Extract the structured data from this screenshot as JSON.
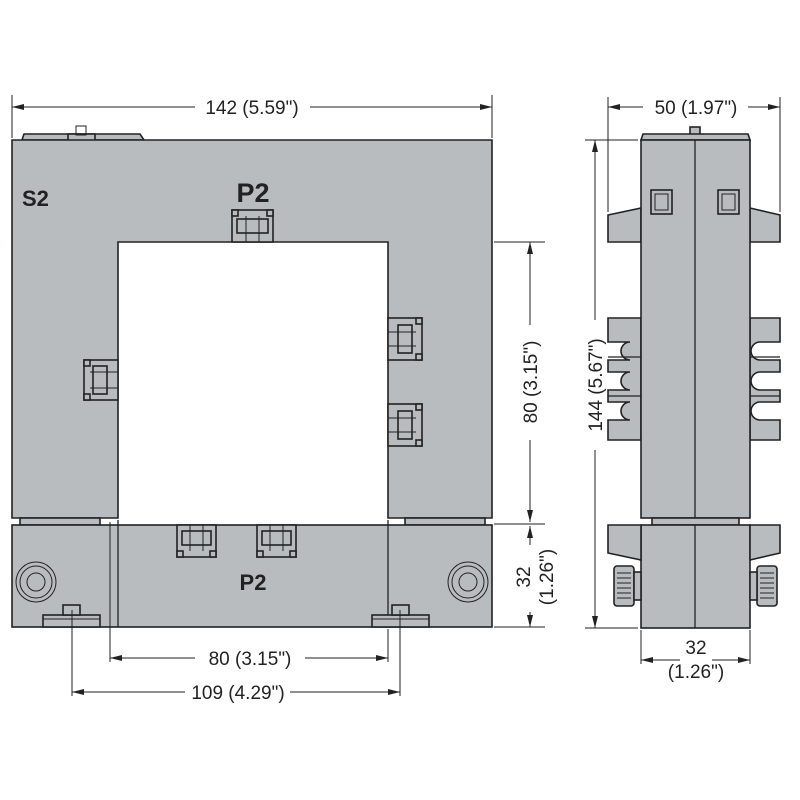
{
  "front_view": {
    "label_s2": "S2",
    "label_p2_top": "P2",
    "label_p2_bottom": "P2",
    "dim_width": "142 (5.59\")",
    "dim_window_height": "80 (3.15\")",
    "dim_bottom_height_value": "32",
    "dim_bottom_height_inch": "(1.26\")",
    "dim_window_width": "80 (3.15\")",
    "dim_mount_spacing": "109 (4.29\")"
  },
  "side_view": {
    "dim_width": "50 (1.97\")",
    "dim_height": "144 (5.67\")",
    "dim_depth_value": "32",
    "dim_depth_inch": "(1.26\")"
  },
  "colors": {
    "body": "#b9bcbf",
    "line": "#222222"
  }
}
